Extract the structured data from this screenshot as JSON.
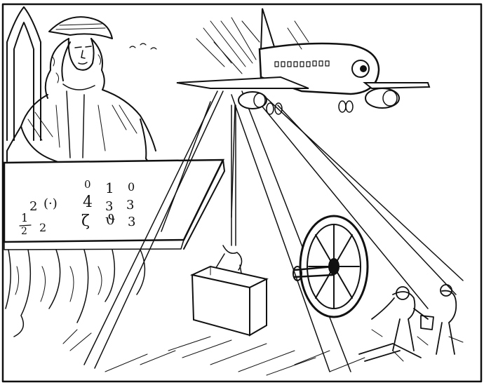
{
  "scene": {
    "background_color": "#ffffff",
    "ink_color": "#111111",
    "style": "woodcut engraving",
    "board_symbols": [
      "0",
      "1",
      "0",
      "4",
      "(·)",
      "2",
      "ζ",
      "ϑ",
      "3",
      "3",
      "3",
      "2",
      "1",
      "2"
    ]
  }
}
